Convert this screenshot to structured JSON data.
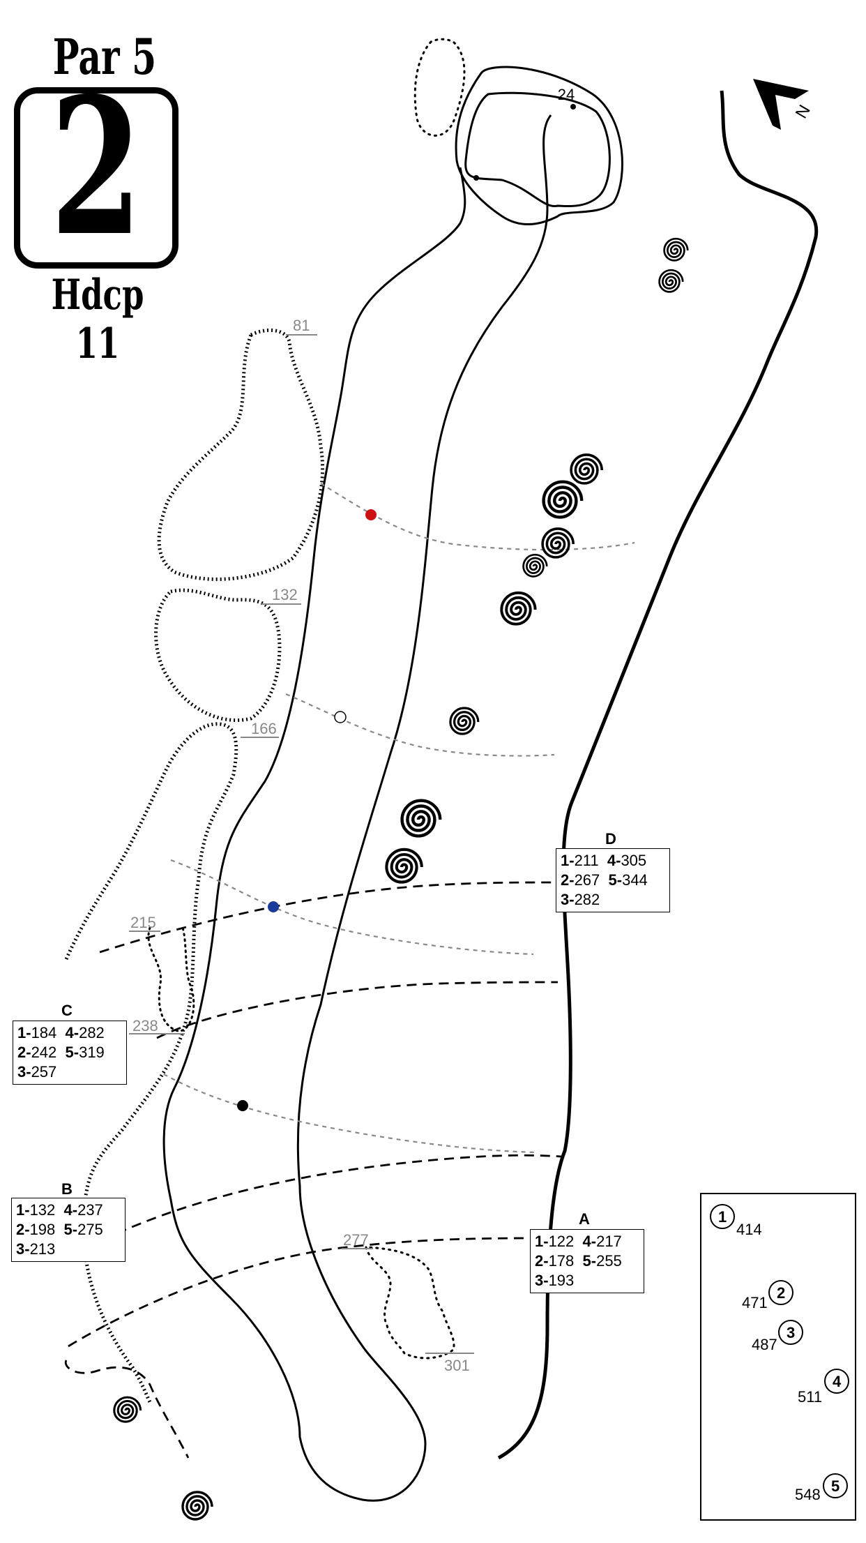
{
  "header": {
    "par": "Par 5",
    "hole_number": "2",
    "handicap": "Hdcp 11"
  },
  "north_label": "N",
  "green_depth": "24",
  "distance_markers": [
    "81",
    "132",
    "166",
    "215",
    "238",
    "277",
    "301"
  ],
  "yardage_boxes": {
    "A": {
      "label": "A",
      "rows": [
        [
          {
            "tee": "1-",
            "yds": "122"
          },
          {
            "tee": "4-",
            "yds": "217"
          }
        ],
        [
          {
            "tee": "2-",
            "yds": "178"
          },
          {
            "tee": "5-",
            "yds": "255"
          }
        ],
        [
          {
            "tee": "3-",
            "yds": "193"
          }
        ]
      ]
    },
    "B": {
      "label": "B",
      "rows": [
        [
          {
            "tee": "1-",
            "yds": "132"
          },
          {
            "tee": "4-",
            "yds": "237"
          }
        ],
        [
          {
            "tee": "2-",
            "yds": "198"
          },
          {
            "tee": "5-",
            "yds": "275"
          }
        ],
        [
          {
            "tee": "3-",
            "yds": "213"
          }
        ]
      ]
    },
    "C": {
      "label": "C",
      "rows": [
        [
          {
            "tee": "1-",
            "yds": "184"
          },
          {
            "tee": "4-",
            "yds": "282"
          }
        ],
        [
          {
            "tee": "2-",
            "yds": "242"
          },
          {
            "tee": "5-",
            "yds": "319"
          }
        ],
        [
          {
            "tee": "3-",
            "yds": "257"
          }
        ]
      ]
    },
    "D": {
      "label": "D",
      "rows": [
        [
          {
            "tee": "1-",
            "yds": "211"
          },
          {
            "tee": "4-",
            "yds": "305"
          }
        ],
        [
          {
            "tee": "2-",
            "yds": "267"
          },
          {
            "tee": "5-",
            "yds": "344"
          }
        ],
        [
          {
            "tee": "3-",
            "yds": "282"
          }
        ]
      ]
    }
  },
  "tee_legend": [
    {
      "tee": "1",
      "yards": "414"
    },
    {
      "tee": "2",
      "yards": "471"
    },
    {
      "tee": "3",
      "yards": "487"
    },
    {
      "tee": "4",
      "yards": "511"
    },
    {
      "tee": "5",
      "yards": "548"
    }
  ],
  "marker_colors": {
    "red": "#cc1111",
    "white": "#ffffff",
    "blue": "#1a3a9c",
    "black": "#000000",
    "grey_text": "#888888"
  }
}
